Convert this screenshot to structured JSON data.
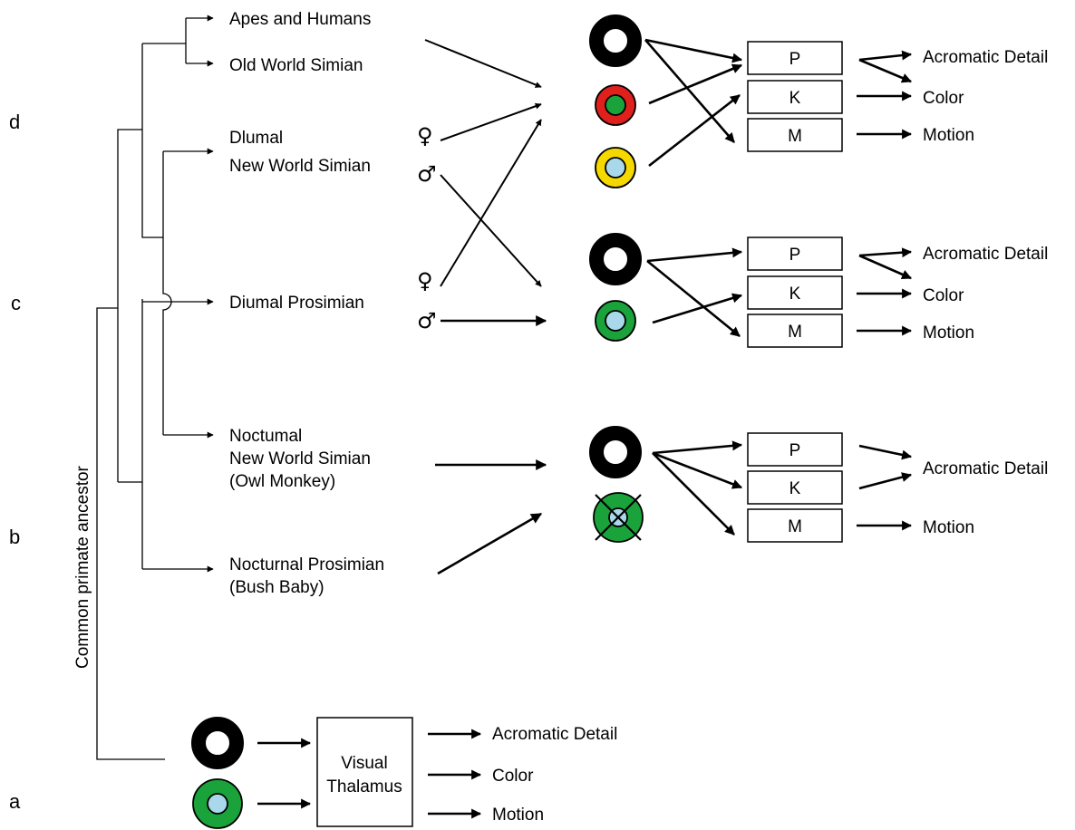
{
  "levels": {
    "d": "d",
    "c": "c",
    "b": "b",
    "a": "a"
  },
  "ancestor_label": "Common primate ancestor",
  "taxa": {
    "apes_humans": "Apes and Humans",
    "old_world": "Old World Simian",
    "diurnal_nws_1": "Dlumal",
    "diurnal_nws_2": "New World Simian",
    "diurnal_prosimian": "Diumal Prosimian",
    "nocturnal_nws_1": "Noctumal",
    "nocturnal_nws_2": "New World Simian",
    "nocturnal_nws_3": "(Owl Monkey)",
    "nocturnal_prosimian_1": "Nocturnal Prosimian",
    "nocturnal_prosimian_2": "(Bush Baby)"
  },
  "sex_symbols": {
    "female": "♀",
    "male": "♂"
  },
  "pathways": {
    "p": "P",
    "k": "K",
    "m": "M"
  },
  "outputs": {
    "achromatic": "Acromatic Detail",
    "color": "Color",
    "motion": "Motion"
  },
  "thalamus": {
    "line1": "Visual",
    "line2": "Thalamus"
  },
  "colors": {
    "black_ring": "#000000",
    "red_ring": "#e0201c",
    "yellow_ring": "#f5d800",
    "green": "#1aa33a",
    "light_blue": "#a8d8ea"
  }
}
